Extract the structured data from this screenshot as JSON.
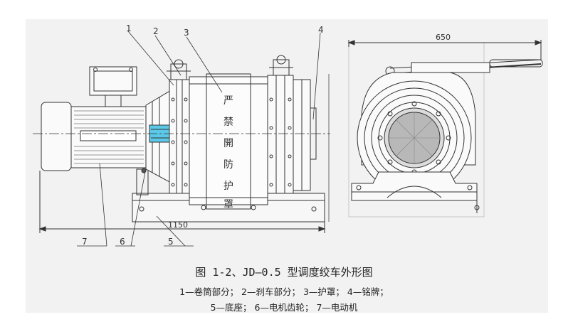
{
  "part_labels": [
    "1",
    "2",
    "3",
    "4",
    "5",
    "6",
    "7"
  ],
  "dimensions": {
    "overall_width": "650",
    "overall_length": "1150"
  },
  "guard_text": [
    "严",
    "禁",
    "開",
    "防",
    "护",
    "罩"
  ],
  "caption": {
    "title": "图 1-2、JD—0.5 型调度绞车外形图",
    "legend_line1": "1—卷筒部分； 2—刹车部分； 3—护罩； 4—铭牌；",
    "legend_line2": "5—底座； 6—电机齿轮； 7—电动机"
  },
  "colors": {
    "line": "#333333",
    "panel": "#f2f2f2",
    "pinion": "#5bc8e8"
  }
}
